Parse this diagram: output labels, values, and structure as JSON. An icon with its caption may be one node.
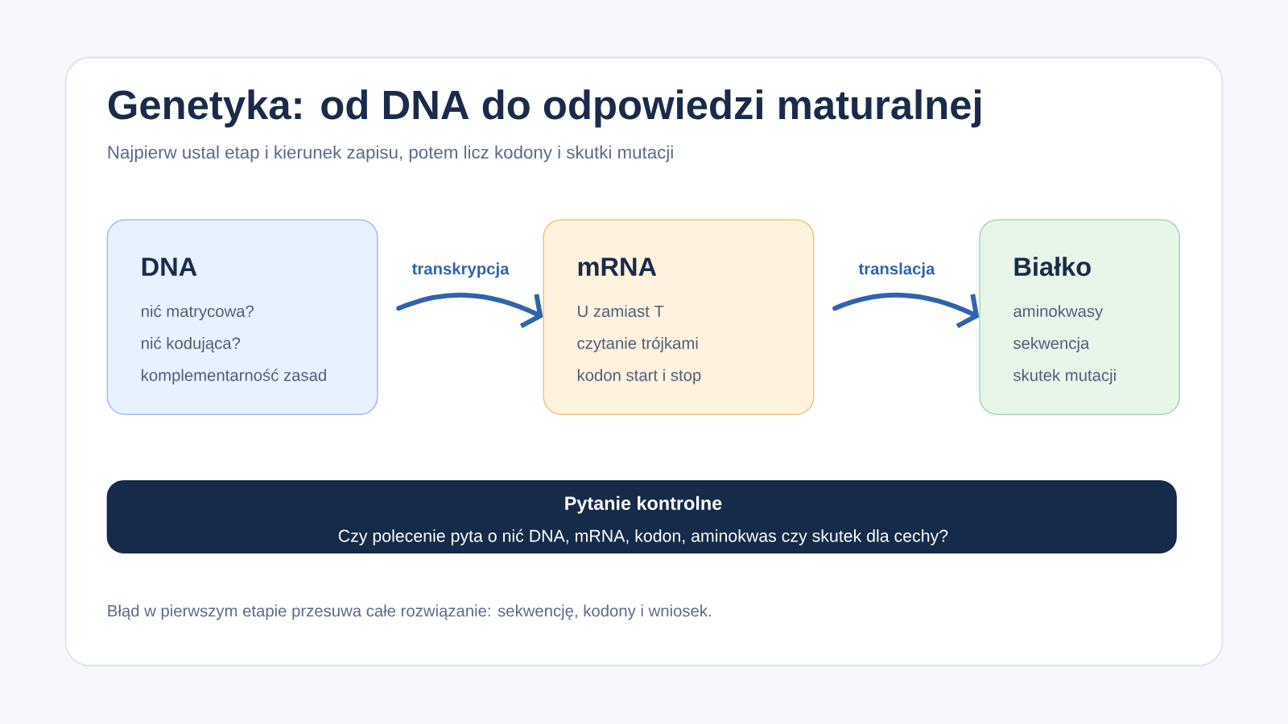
{
  "diagram": {
    "title": "Genetyka: od DNA do odpowiedzi maturalnej",
    "nodes": [
      {
        "text": [
          "DNA",
          "nić matrycowa?",
          "nić kodująca?",
          "komplementarność zasad"
        ]
      },
      {
        "text": [
          "mRNA",
          "U zamiast T",
          "czytanie trójkami",
          "kodon start i stop"
        ]
      },
      {
        "text": [
          "Białko",
          "aminokwasy",
          "sekwencja",
          "skutek mutacji"
        ]
      },
      {
        "text": [
          "Pytanie kontrolne",
          "Czy polecenie pyta o nić DNA, mRNA, kodon, aminokwas czy skutek dla cechy?"
        ]
      }
    ],
    "edges": [
      {
        "from": 0,
        "to": 1,
        "arrow": "to",
        "label": "transkrypcja"
      },
      {
        "from": 1,
        "to": 2,
        "arrow": "to",
        "label": "translacja"
      }
    ],
    "labels": [
      "Najpierw ustal etap i kierunek zapisu, potem licz kodony i skutki mutacji",
      "Błąd w pierwszym etapie przesuwa całe rozwiązanie: sekwencję, kodony i wniosek."
    ]
  }
}
